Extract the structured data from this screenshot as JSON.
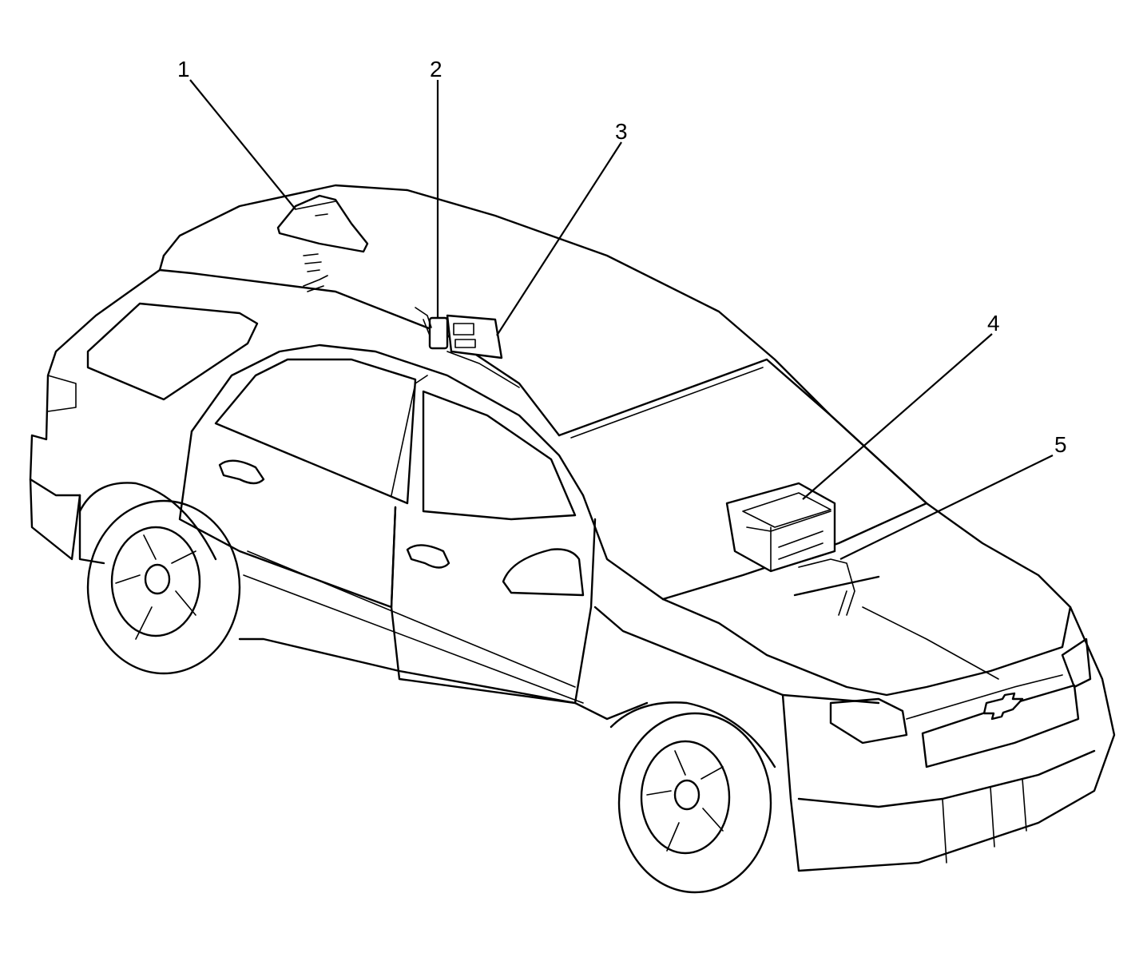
{
  "callouts": [
    {
      "label": "1"
    },
    {
      "label": "2"
    },
    {
      "label": "3"
    },
    {
      "label": "4"
    },
    {
      "label": "5"
    }
  ],
  "colors": {
    "line": "#000000",
    "background": "#ffffff"
  }
}
